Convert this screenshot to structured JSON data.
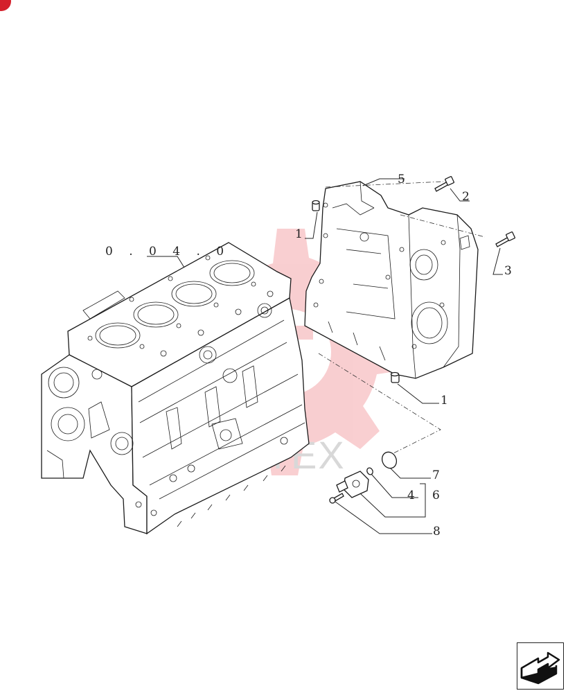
{
  "watermark": {
    "text": "MATEX",
    "color": "#e8323c"
  },
  "reference": {
    "text": "0 . 0 4 . 0"
  },
  "callouts": {
    "c1a": "1",
    "c1b": "1",
    "c2": "2",
    "c3": "3",
    "c4": "4",
    "c5": "5",
    "c6": "6",
    "c7": "7",
    "c8": "8"
  },
  "icons": {
    "next_page": "next-page-arrow-icon",
    "badge": "corner-badge"
  }
}
